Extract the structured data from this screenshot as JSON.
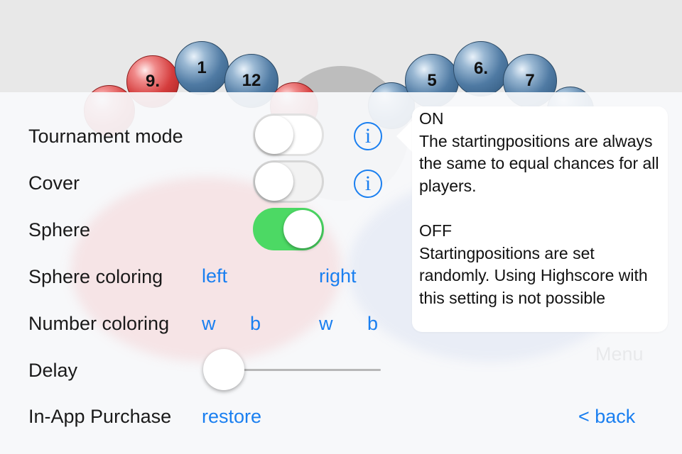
{
  "background": {
    "balls": [
      {
        "label": "9.",
        "color": "red"
      },
      {
        "label": "1",
        "color": "blue"
      },
      {
        "label": "12",
        "color": "blue"
      },
      {
        "label": "",
        "color": "red"
      },
      {
        "label": "",
        "color": "blue"
      },
      {
        "label": "5",
        "color": "blue"
      },
      {
        "label": "6.",
        "color": "blue"
      },
      {
        "label": "7",
        "color": "blue"
      },
      {
        "label": "",
        "color": "blue"
      }
    ],
    "menu_label": "Menu"
  },
  "settings": {
    "tournament_label": "Tournament mode",
    "tournament_on": false,
    "cover_label": "Cover",
    "cover_on": false,
    "sphere_label": "Sphere",
    "sphere_on": true,
    "sphere_coloring_label": "Sphere coloring",
    "sphere_left": "left",
    "sphere_right": "right",
    "number_coloring_label": "Number coloring",
    "number_left_w": "w",
    "number_left_b": "b",
    "number_right_w": "w",
    "number_right_b": "b",
    "delay_label": "Delay",
    "delay_value": 0,
    "purchase_label": "In-App Purchase",
    "restore_label": "restore",
    "back_label": "< back",
    "info_icon": "i"
  },
  "popover": {
    "on_title": "ON",
    "on_text": "The startingpositions are always the same to equal chances for all players.",
    "off_title": "OFF",
    "off_text": "Startingpositions are set randomly. Using Highscore with this setting is not possible"
  },
  "colors": {
    "accent": "#1a7ff0",
    "toggle_on": "#4cd964"
  }
}
